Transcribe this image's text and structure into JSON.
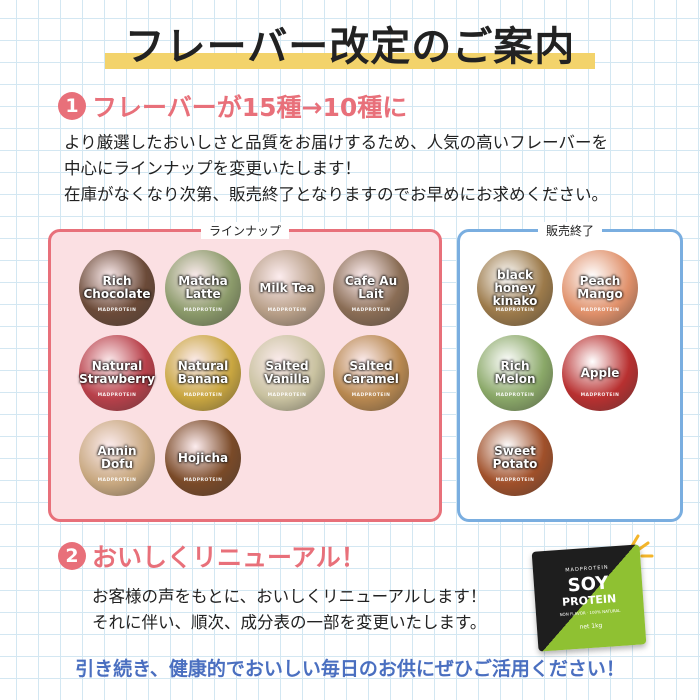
{
  "title": "フレーバー改定のご案内",
  "section1": {
    "number": "1",
    "heading": "フレーバーが15種→10種に",
    "lines": [
      "より厳選したおいしさと品質をお届けするため、人気の高いフレーバーを",
      "中心にラインナップを変更いたします！",
      "在庫がなくなり次第、販売終了となりますのでお早めにお求めください。"
    ]
  },
  "lineup": {
    "label": "ラインナップ",
    "color": "#e8707a",
    "brand": "MADPROTEIN",
    "items": [
      {
        "name": "Rich Chocolate",
        "color": "#6b4a38"
      },
      {
        "name": "Matcha Latte",
        "color": "#8b9a6a"
      },
      {
        "name": "Milk Tea",
        "color": "#b89f88"
      },
      {
        "name": "Cafe Au Lait",
        "color": "#8a6d55"
      },
      {
        "name": "Natural Strawberry",
        "color": "#b8404a"
      },
      {
        "name": "Natural Banana",
        "color": "#c9a640"
      },
      {
        "name": "Salted Vanilla",
        "color": "#c9c2a0"
      },
      {
        "name": "Salted Caramel",
        "color": "#b88850"
      },
      {
        "name": "Annin Dofu",
        "color": "#c8a880"
      },
      {
        "name": "Hojicha",
        "color": "#7a4a28"
      }
    ]
  },
  "discontinued": {
    "label": "販売終了",
    "color": "#7aaee0",
    "items": [
      {
        "name": "black honey kinako",
        "color": "#9c7a4a"
      },
      {
        "name": "Peach Mango",
        "color": "#e0906a"
      },
      {
        "name": "Rich Melon",
        "color": "#8aa868"
      },
      {
        "name": "Apple",
        "color": "#b83030"
      },
      {
        "name": "Sweet Potato",
        "color": "#a0502a"
      }
    ]
  },
  "section2": {
    "number": "2",
    "heading": "おいしくリニューアル！",
    "lines": [
      "お客様の声をもとに、おいしくリニューアルします！",
      "それに伴い、順次、成分表の一部を変更いたします。"
    ]
  },
  "product": {
    "brand": "MADPROTEIN",
    "name1": "SOY",
    "name2": "PROTEIN",
    "sub": "NON FLAVOR · 100% NATURAL",
    "weight": "net 1kg"
  },
  "footer": "引き続き、健康的でおいしい毎日のお供にぜひご活用ください！"
}
